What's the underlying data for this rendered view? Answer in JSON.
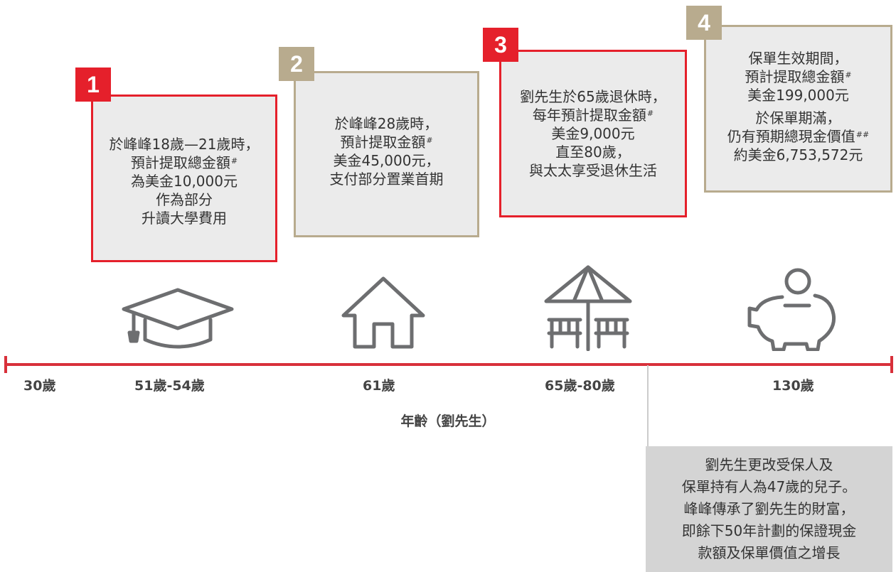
{
  "steps": [
    {
      "number": "1",
      "lines": [
        "於峰峰18歲—21歲時，",
        "預計提取總金額",
        "為美金10,000元",
        "作為部分",
        "升讀大學費用"
      ],
      "footnote": "#"
    },
    {
      "number": "2",
      "lines": [
        "於峰峰28歲時，",
        "預計提取金額",
        "美金45,000元，",
        "支付部分置業首期"
      ],
      "footnote": "#"
    },
    {
      "number": "3",
      "lines": [
        "劉先生於65歲退休時，",
        "每年預計提取金額",
        "美金9,000元",
        "直至80歲，",
        "與太太享受退休生活"
      ],
      "footnote": "#"
    },
    {
      "number": "4",
      "lines": [
        "保單生效期間，",
        "預計提取總金額",
        "美金199,000元",
        "於保單期滿，",
        "仍有預期總現金價值",
        "約美金6,753,572元"
      ],
      "footnotes": [
        "#",
        "##"
      ]
    }
  ],
  "timeline": {
    "ages": [
      "30歲",
      "51歲-54歲",
      "61歲",
      "65歲-80歲",
      "130歲"
    ],
    "axis_title": "年齡（劉先生）"
  },
  "icons": [
    "graduation-cap-icon",
    "house-icon",
    "beach-umbrella-icon",
    "piggy-bank-icon"
  ],
  "note": {
    "lines": [
      "劉先生更改受保人及",
      "保單持有人為47歲的兒子。",
      "峰峰傳承了劉先生的財富，",
      "即餘下50年計劃的保證現金",
      "款額及保單價值之增長"
    ]
  },
  "colors": {
    "red": "#e5202b",
    "gold": "#b8ab8e",
    "box_fill": "#ebebeb",
    "note_fill": "#d4d4d4",
    "timeline": "#d8303a",
    "icon_stroke": "#6d6e70"
  }
}
